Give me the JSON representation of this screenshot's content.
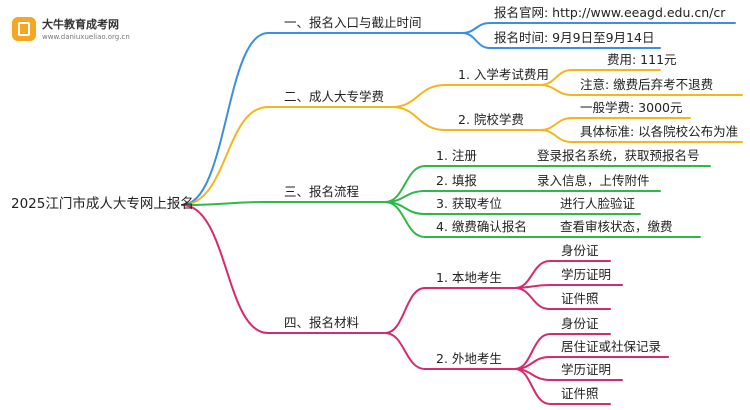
{
  "logo": {
    "title": "大牛教育成考网",
    "url": "www.daniuxueliao.org.cn",
    "icon": "book-icon",
    "color": "#f5a623"
  },
  "root": "2025江门市成人大专网上报名",
  "branches": [
    {
      "label": "一、报名入口与截止时间",
      "color": "#3b8fe0",
      "items": [
        "报名官网: http://www.eeagd.edu.cn/cr",
        "报名时间: 9月9日至9月14日"
      ]
    },
    {
      "label": "二、成人大专学费",
      "color": "#f5b51b",
      "subs": [
        {
          "label": "1. 入学考试费用",
          "items": [
            "费用: 111元",
            "注意: 缴费后弃考不退费"
          ]
        },
        {
          "label": "2. 院校学费",
          "items": [
            "一般学费: 3000元",
            "具体标准: 以各院校公布为准"
          ]
        }
      ]
    },
    {
      "label": "三、报名流程",
      "color": "#2fb84a",
      "steps": [
        {
          "label": "1. 注册",
          "desc": "登录报名系统，获取预报名号"
        },
        {
          "label": "2. 填报",
          "desc": "录入信息，上传附件"
        },
        {
          "label": "3. 获取考位",
          "desc": "进行人脸验证"
        },
        {
          "label": "4. 缴费确认报名",
          "desc": "查看审核状态，缴费"
        }
      ]
    },
    {
      "label": "四、报名材料",
      "color": "#d62a6e",
      "subs": [
        {
          "label": "1. 本地考生",
          "items": [
            "身份证",
            "学历证明",
            "证件照"
          ]
        },
        {
          "label": "2. 外地考生",
          "items": [
            "身份证",
            "居住证或社保记录",
            "学历证明",
            "证件照"
          ]
        }
      ]
    }
  ]
}
